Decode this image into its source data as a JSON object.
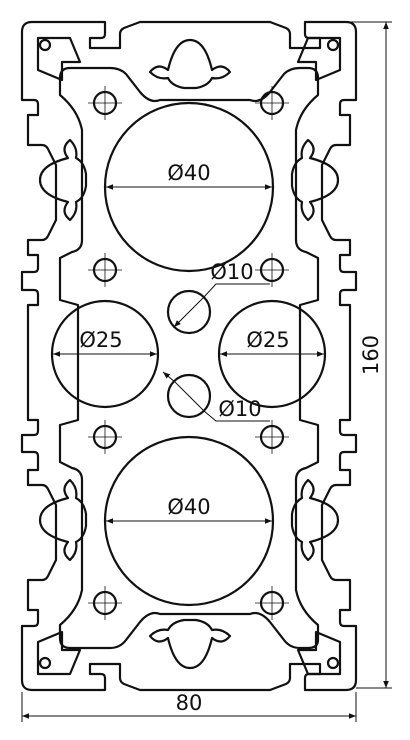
{
  "drawing": {
    "width_label": "80",
    "height_label": "160",
    "large_bore_top": "Ø40",
    "large_bore_bottom": "Ø40",
    "mid_bore_left": "Ø25",
    "mid_bore_right": "Ø25",
    "small_bore_upper": "Ø10",
    "small_bore_lower": "Ø10"
  },
  "colors": {
    "line": "#111111",
    "background": "#ffffff"
  }
}
